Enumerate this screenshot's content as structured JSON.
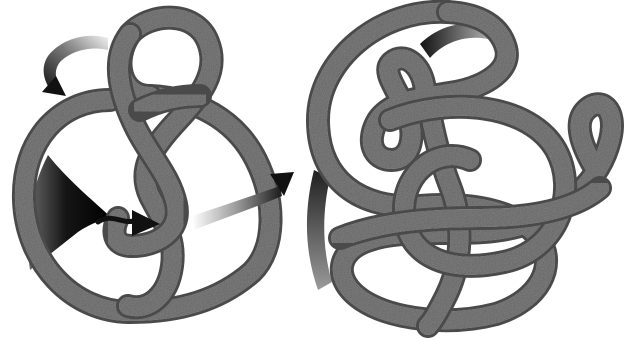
{
  "figure": {
    "panels": [
      {
        "id": "left",
        "description_items": [
          "knot-diagram",
          "moves-arrows"
        ]
      },
      {
        "id": "right",
        "description_items": [
          "knot-diagram"
        ]
      }
    ],
    "colors": {
      "rope_fill": "#8e8e8e",
      "rope_edge": "#4a4a4a",
      "arrow_dark": "#141414",
      "arrow_light": "#d0d0d0",
      "background": "#ffffff"
    }
  }
}
